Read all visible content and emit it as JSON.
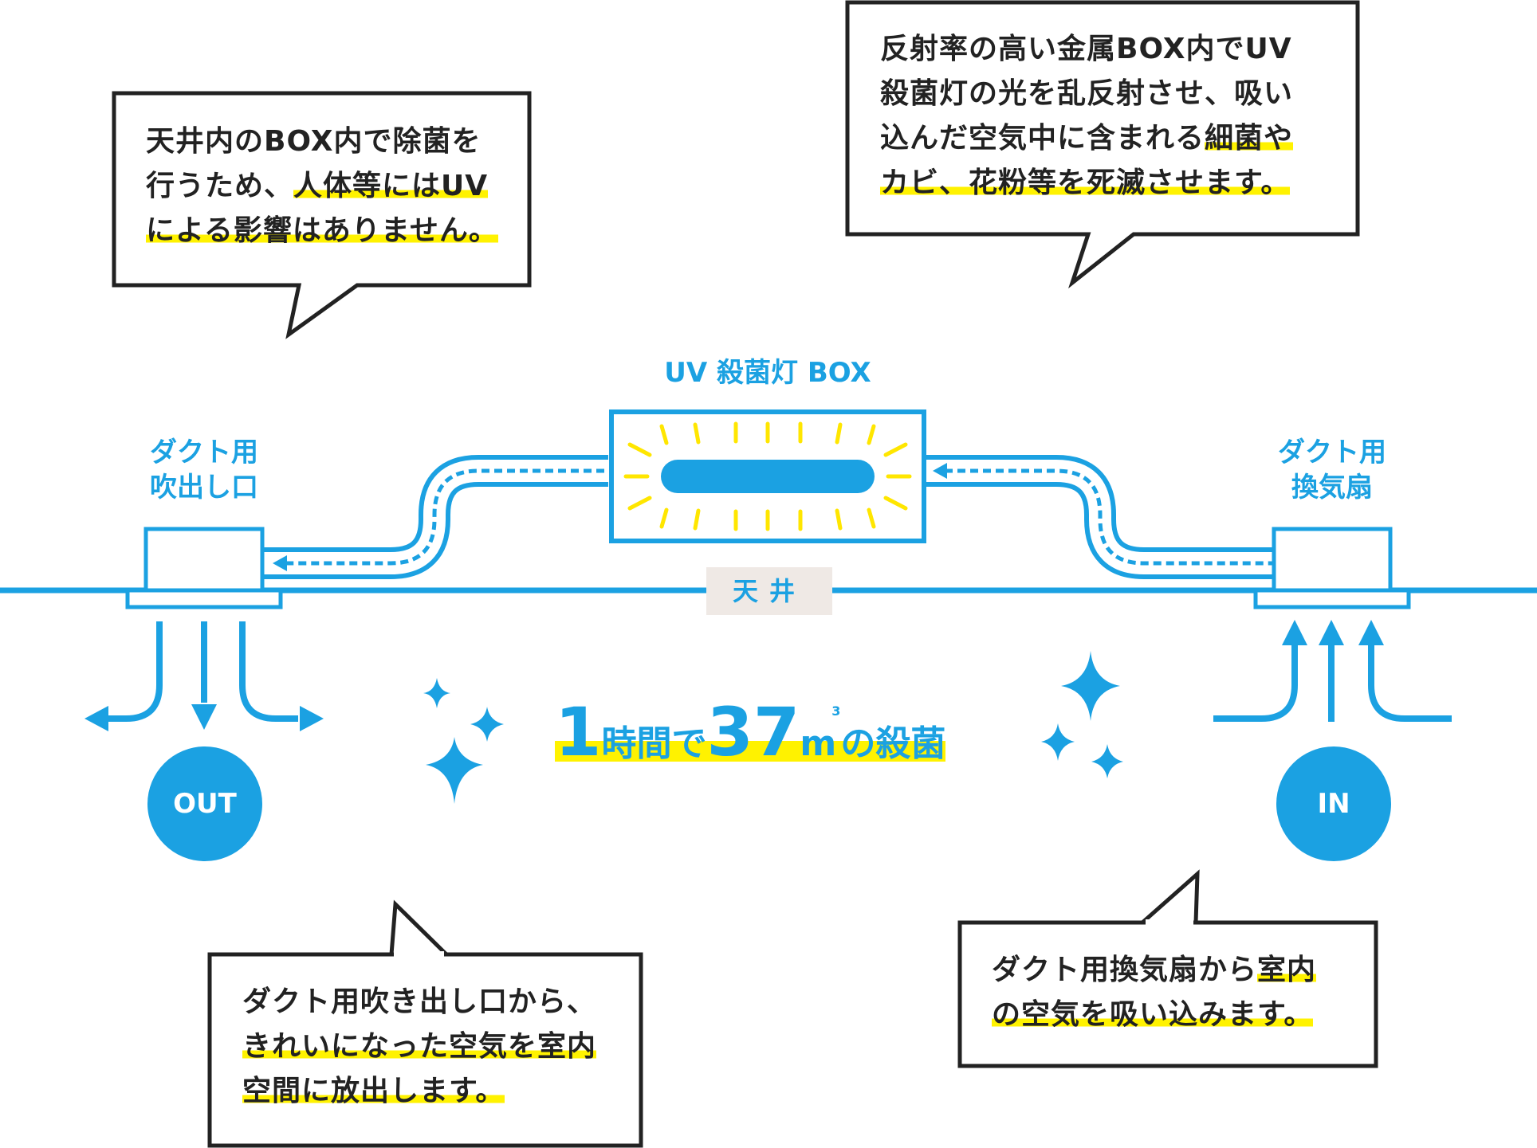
{
  "bubbles": {
    "top_left": {
      "lines": [
        [
          {
            "t": "天井内のBOX内で除菌を",
            "h": false
          }
        ],
        [
          {
            "t": "行うため、",
            "h": false
          },
          {
            "t": "人体等にはUV",
            "h": true
          }
        ],
        [
          {
            "t": "による影響はありません。",
            "h": true
          }
        ]
      ]
    },
    "top_right": {
      "lines": [
        [
          {
            "t": "反射率の高い金属BOX内でUV",
            "h": false
          }
        ],
        [
          {
            "t": "殺菌灯の光を乱反射させ、吸い",
            "h": false
          }
        ],
        [
          {
            "t": "込んだ空気中に含まれる",
            "h": false
          },
          {
            "t": "細菌や",
            "h": true
          }
        ],
        [
          {
            "t": "カビ、花粉等を死滅させます。",
            "h": true
          }
        ]
      ]
    },
    "bottom_left": {
      "lines": [
        [
          {
            "t": "ダクト用吹き出し口から、",
            "h": false
          }
        ],
        [
          {
            "t": "きれいになった空気を室内",
            "h": true
          }
        ],
        [
          {
            "t": "空間に放出します。",
            "h": true
          }
        ]
      ]
    },
    "bottom_right": {
      "lines": [
        [
          {
            "t": "ダクト用換気扇から",
            "h": false
          },
          {
            "t": "室内",
            "h": true
          }
        ],
        [
          {
            "t": "の空気を吸い込みます。",
            "h": true
          }
        ]
      ]
    }
  },
  "labels": {
    "uv_box": "UV 殺菌灯 BOX",
    "outlet": [
      "ダクト用",
      "吹出し口"
    ],
    "fan": [
      "ダクト用",
      "換気扇"
    ],
    "ceiling": "天井",
    "out": "OUT",
    "in": "IN"
  },
  "center": {
    "num1": "1",
    "unit1": "時間で",
    "num2": "37",
    "unit2": "m",
    "sup": "3",
    "tail": "の殺菌"
  },
  "colors": {
    "accent": "#1ba1e2",
    "highlight": "#fff200",
    "lamp_glow": "#ffe600",
    "ceiling_tag_bg": "#efe9e5",
    "text": "#222222"
  }
}
